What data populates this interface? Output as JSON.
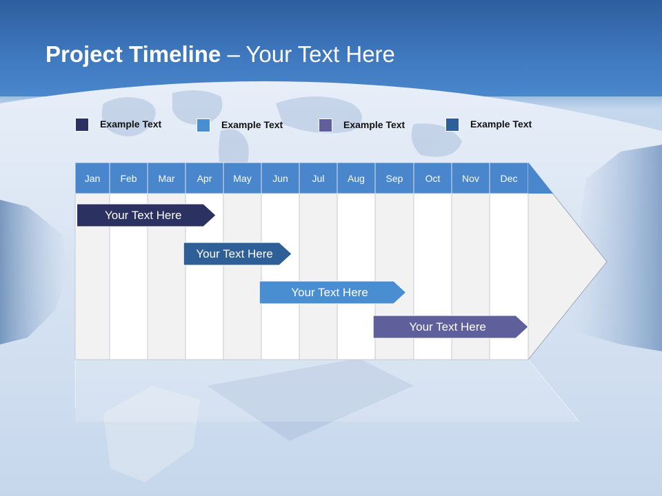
{
  "slide": {
    "title_bold": "Project Timeline",
    "title_rest": " – Your Text Here"
  },
  "legend": [
    {
      "label": "Example Text",
      "color": "#2b3161"
    },
    {
      "label": "Example Text",
      "color": "#4a8ed2"
    },
    {
      "label": "Example Text",
      "color": "#5f5f9c"
    },
    {
      "label": "Example Text",
      "color": "#2e5f97"
    }
  ],
  "timeline": {
    "months": [
      "Jan",
      "Feb",
      "Mar",
      "Apr",
      "May",
      "Jun",
      "Jul",
      "Aug",
      "Sep",
      "Oct",
      "Nov",
      "Dec"
    ],
    "header_color": "#4a86cb",
    "tasks": [
      {
        "label": "Your  Text Here",
        "start_month": 0.05,
        "end_month": 3.8,
        "color": "#2b3161"
      },
      {
        "label": "Your  Text Here",
        "start_month": 2.95,
        "end_month": 5.8,
        "color": "#2e5f97"
      },
      {
        "label": "Your  Text Here",
        "start_month": 4.95,
        "end_month": 8.8,
        "color": "#4a8ed2"
      },
      {
        "label": "Your  Text Here",
        "start_month": 7.95,
        "end_month": 12.0,
        "color": "#5f5f9c"
      }
    ]
  }
}
